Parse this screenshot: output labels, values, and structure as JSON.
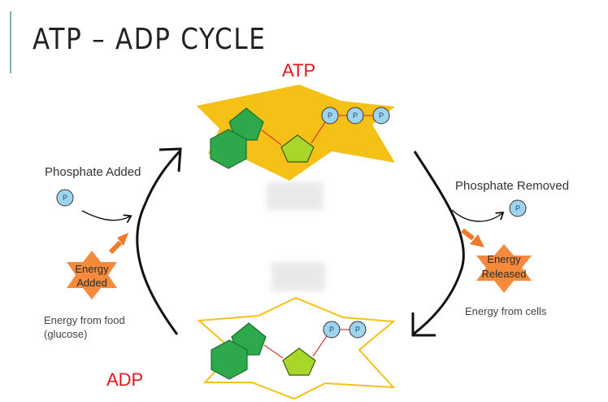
{
  "slide": {
    "title": "ATP – ADP CYCLE"
  },
  "labels": {
    "atp": "ATP",
    "adp": "ADP",
    "phosphate_added": "Phosphate Added",
    "phosphate_removed": "Phosphate Removed",
    "energy_added_line1": "Energy",
    "energy_added_line2": "Added",
    "energy_released_line1": "Energy",
    "energy_released_line2": "Released",
    "energy_from_food_line1": "Energy from food",
    "energy_from_food_line2": "(glucose)",
    "energy_from_cells": "Energy from cells",
    "phosphate_symbol": "P"
  },
  "colors": {
    "title_text": "#222222",
    "label_red": "#e8141c",
    "atp_star": "#f5c116",
    "hexagon_green": "#2da84a",
    "pentagon_lime": "#a8d62a",
    "phosphate_blue": "#9fd4ef",
    "energy_star_orange": "#f58a3c",
    "arrow_orange": "#f07a2a",
    "accent_bar": "#7fb5b0"
  },
  "icons": {
    "cycle_arrow_up": "arrow-icon",
    "cycle_arrow_down": "arrow-icon"
  }
}
